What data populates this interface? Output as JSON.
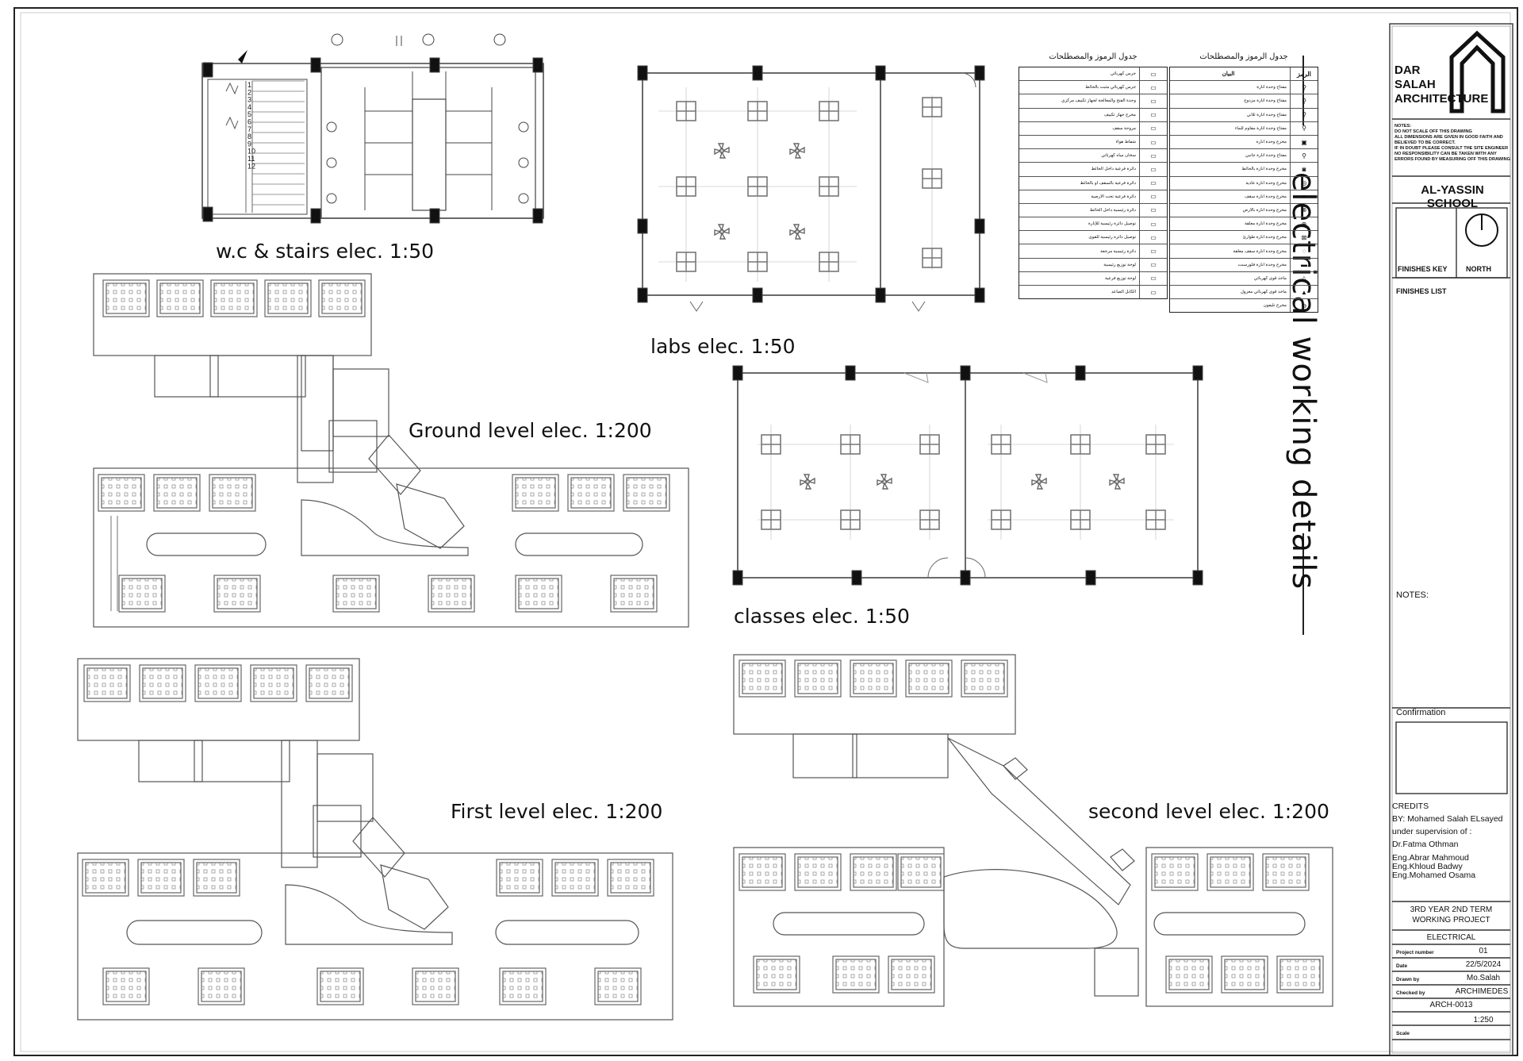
{
  "sheet_title": "electrical working details",
  "drawings": {
    "wc_stairs": "w.c & stairs elec. 1:50",
    "labs": "labs elec. 1:50",
    "classes": "classes elec. 1:50",
    "ground": "Ground level elec. 1:200",
    "first": "First level elec. 1:200",
    "second": "second level elec. 1:200"
  },
  "stair_numbers": [
    "1",
    "2",
    "3",
    "4",
    "5",
    "6",
    "7",
    "8",
    "9",
    "10",
    "11",
    "12"
  ],
  "legend": {
    "title": "جدول الرموز والمصطلحات",
    "left_rows": [
      "جرس كهربائي",
      "جرس كهربائي مثبت بالحائط",
      "وحدة الفتح والمعالجة لجهاز تكييف مركزي",
      "مخرج جهاز تكييف",
      "مروحة سقف",
      "شفاط هواء",
      "سخان مياه كهربائي",
      "دائرة فرعية داخل الحائط",
      "دائرة فرعية بالسقف أو بالحائط",
      "دائرة فرعية تحت الأرضية",
      "دائرة رئيسية داخل الحائط",
      "توصيل دائرة رئيسية للإنارة",
      "توصيل دائرة رئيسية للقوى",
      "دائرة رئيسية مرجعة",
      "لوحة توزيع رئيسية",
      "لوحة توزيع فرعية",
      "الكابل الصاعد"
    ],
    "right_header_desc": "البيان",
    "right_header_sym": "الرمز",
    "right_rows": [
      "مفتاح وحدة انارة",
      "مفتاح وحدة انارة مزدوج",
      "مفتاح وحدة انارة ثلاثي",
      "مفتاح وحدة انارة مقاوم للماء",
      "مخرج وحدة انارة",
      "مفتاح وحدة انارة جانبي",
      "مخرج وحدة انارة بالحائط",
      "مخرج وحدة انارة عادية",
      "مخرج وحدة انارة سقف",
      "مخرج وحدة انارة بالأرض",
      "مخرج وحدة انارة معلقة",
      "مخرج وحدة انارة طوارئ",
      "مخرج وحدة انارة سقف معلقة",
      "مخرج وحدة انارة فلورسنت",
      "مأخذ قوى كهربائي",
      "مأخذ قوى كهربائي معزول",
      "مخرج تليفون"
    ]
  },
  "title_block": {
    "firm_line1": "DAR",
    "firm_line2": "SALAH",
    "firm_line3": "ARCHITECTURE",
    "notes_lines": [
      "NOTES:",
      "DO NOT SCALE OFF THIS DRAWING",
      "ALL DIMENSIONS ARE GIVEN IN GOOD FAITH AND",
      "BELIEVED TO BE CORRECT.",
      "IF IN DOUBT PLEASE CONSULT THE SITE ENGINEER",
      "NO RESPONSIBILITY CAN BE TAKEN WITH ANY",
      "ERRORS FOUND BY MEASURING OFF THIS DRAWING"
    ],
    "project": "AL-YASSIN SCHOOL",
    "finishes_key": "FINISHES KEY",
    "north": "NORTH",
    "finishes_list": "FINISHES LIST",
    "notes": "NOTES:",
    "confirmation": "Confirmation",
    "credits": "CREDITS",
    "by": "BY: Mohamed Salah ELsayed",
    "supervision": "under supervision of :",
    "supervisors": [
      "Dr.Fatma Othman",
      "Eng.Abrar Mahmoud",
      "Eng.Khloud Badwy",
      "Eng.Mohamed Osama"
    ],
    "course_line1": "3RD YEAR 2ND TERM",
    "course_line2": "WORKING PROJECT",
    "discipline": "ELECTRICAL",
    "project_number_label": "Project number",
    "project_number": "01",
    "date_label": "Date",
    "date": "22/5/2024",
    "drawn_label": "Drawn by",
    "drawn": "Mo.Salah",
    "checked_label": "Checked by",
    "checked": "ARCHIMEDES",
    "drawing_no": "ARCH-0013",
    "scale_label": "Scale",
    "scale": "1:250"
  }
}
